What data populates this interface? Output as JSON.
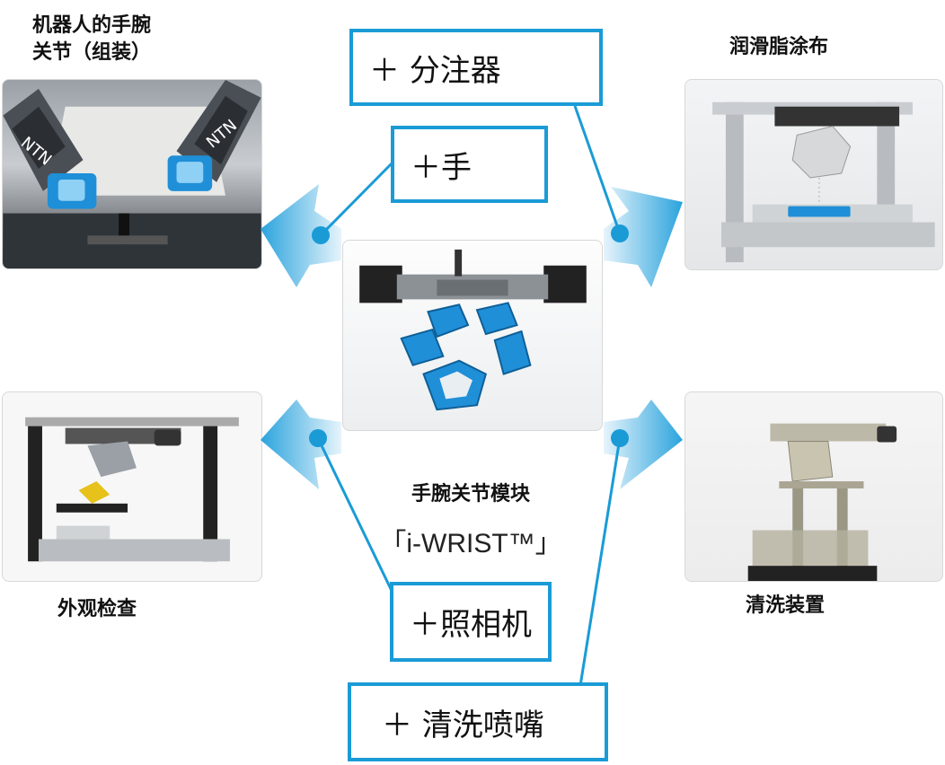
{
  "center": {
    "title": "手腕关节模块",
    "name": "「i-WRIST™」"
  },
  "applications": {
    "top_left": "机器人的手腕\n关节（组装）",
    "top_left_line1": "机器人的手腕",
    "top_left_line2": "关节（组装）",
    "top_right": "润滑脂涂布",
    "bottom_left": "外观检查",
    "bottom_right": "清洗装置"
  },
  "additions": {
    "dispenser": "＋ 分注器",
    "hand": "＋手",
    "camera": "＋照相机",
    "nozzle": "＋ 清洗喷嘴"
  },
  "logo_text": "NTN",
  "colors": {
    "accent": "#1a9bd6",
    "arrow_light": "#d6eefa",
    "arrow_dark": "#2aa3dd",
    "part_blue": "#1f8fd8"
  }
}
